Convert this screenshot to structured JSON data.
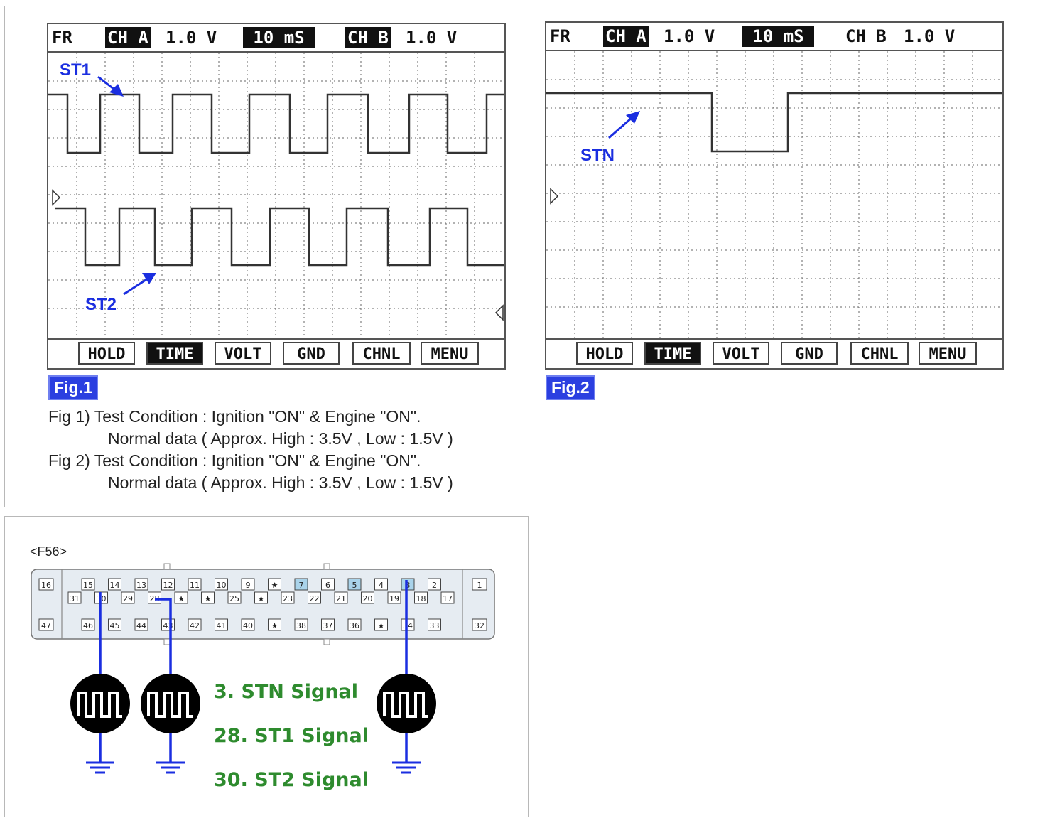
{
  "scopes": [
    {
      "id": "fig1",
      "header": {
        "mode": "FR",
        "ch_a_label": "CH A",
        "ch_a_scale": "1.0 V",
        "time_scale": "10 mS",
        "ch_b_label": "CH B",
        "ch_b_scale": "1.0 V"
      },
      "menu": [
        "HOLD",
        "TIME",
        "VOLT",
        "GND",
        "CHNL",
        "MENU"
      ],
      "active_menu": "TIME",
      "annotations": [
        "ST1",
        "ST2"
      ],
      "fig_label": "Fig.1"
    },
    {
      "id": "fig2",
      "header": {
        "mode": "FR",
        "ch_a_label": "CH A",
        "ch_a_scale": "1.0 V",
        "time_scale": "10 mS",
        "ch_b_label": "CH B",
        "ch_b_scale": "1.0 V"
      },
      "menu": [
        "HOLD",
        "TIME",
        "VOLT",
        "GND",
        "CHNL",
        "MENU"
      ],
      "active_menu": "TIME",
      "annotations": [
        "STN"
      ],
      "fig_label": "Fig.2"
    }
  ],
  "notes": [
    "Fig 1) Test Condition : Ignition \"ON\" & Engine \"ON\".",
    "Normal data ( Approx. High : 3.5V , Low : 1.5V )",
    "Fig 2) Test Condition : Ignition \"ON\" & Engine \"ON\".",
    "Normal data ( Approx. High : 3.5V , Low : 1.5V )"
  ],
  "connector": {
    "name": "<F56>",
    "end_pins": [
      "16",
      "47",
      "1",
      "32"
    ],
    "top_row": [
      "15",
      "14",
      "13",
      "12",
      "11",
      "10",
      "9",
      "★",
      "7",
      "6",
      "5",
      "4",
      "3",
      "2"
    ],
    "mid_row": [
      "31",
      "30",
      "29",
      "28",
      "★",
      "★",
      "25",
      "★",
      "23",
      "22",
      "21",
      "20",
      "19",
      "18",
      "17"
    ],
    "bottom_row": [
      "46",
      "45",
      "44",
      "43",
      "42",
      "41",
      "40",
      "★",
      "38",
      "37",
      "36",
      "★",
      "34",
      "33"
    ],
    "highlight_pins": [
      "7",
      "5",
      "3"
    ],
    "signals": [
      "3. STN Signal",
      "28. ST1 Signal",
      "30. ST2 Signal"
    ]
  },
  "colors": {
    "arrow": "#1a2ee0",
    "signal_text": "#2e8b2e",
    "fig_label_bg": "#2b3fe0",
    "pin_highlight": "#a9d3ea"
  }
}
